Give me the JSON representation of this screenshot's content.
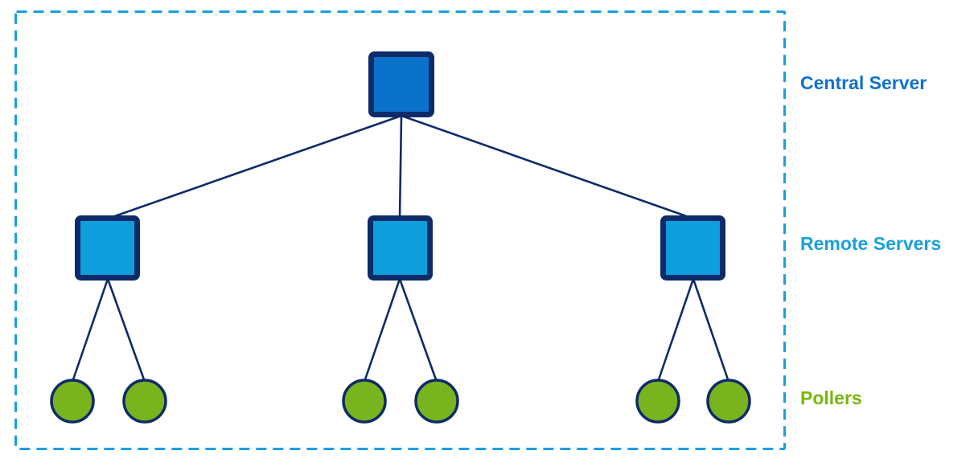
{
  "diagram": {
    "labels": {
      "central": "Central Server",
      "remote": "Remote Servers",
      "pollers": "Pollers"
    },
    "structure": {
      "central_server_count": 1,
      "remote_server_count": 3,
      "pollers_per_remote_server": 2,
      "poller_count": 6,
      "topology": "tree"
    },
    "colors": {
      "central_server_fill": "#0B72CC",
      "remote_server_fill": "#0D9EDB",
      "poller_fill": "#79B41E",
      "node_border": "#0E2B69",
      "connector": "#0E2B69",
      "dashed_border": "#199FDF",
      "label_central": "#0F70CE",
      "label_remote": "#18A0DC",
      "label_pollers": "#76B70B"
    }
  }
}
